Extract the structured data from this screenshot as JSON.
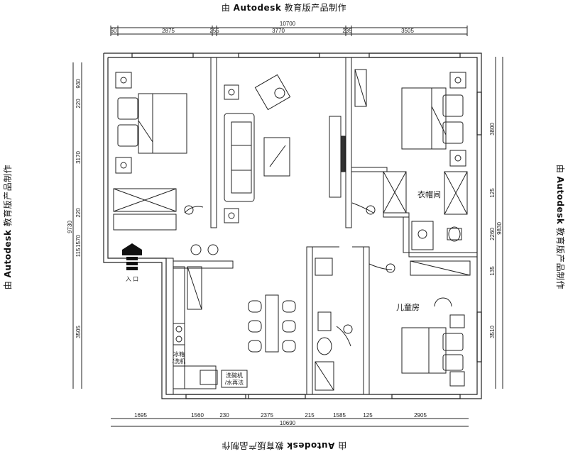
{
  "watermark": {
    "prefix": "由",
    "brand": "Autodesk",
    "suffix": "教育版产品制作"
  },
  "dimensions": {
    "top_total": "10700",
    "top_segments": [
      "60",
      "2875",
      "255",
      "3770",
      "235",
      "3505"
    ],
    "bottom_total": "10690",
    "bottom_segments": [
      "1695",
      "1560",
      "230",
      "2375",
      "215",
      "1585",
      "125",
      "2905"
    ],
    "left_total": "9730",
    "left_segments": [
      "930",
      "220",
      "3170",
      "220",
      "1570",
      "115",
      "3505"
    ],
    "right_total": "9830",
    "right_segments": [
      "3800",
      "125",
      "2260",
      "135",
      "3510"
    ]
  },
  "rooms": {
    "wardrobe": "衣帽间",
    "kids_room": "儿童房",
    "entrance": "入 口"
  },
  "labels": {
    "fridge_line1": "冰箱",
    "fridge_line2": "/洗机",
    "appliance_line1": "洗碗机",
    "appliance_line2": "/水再法"
  }
}
